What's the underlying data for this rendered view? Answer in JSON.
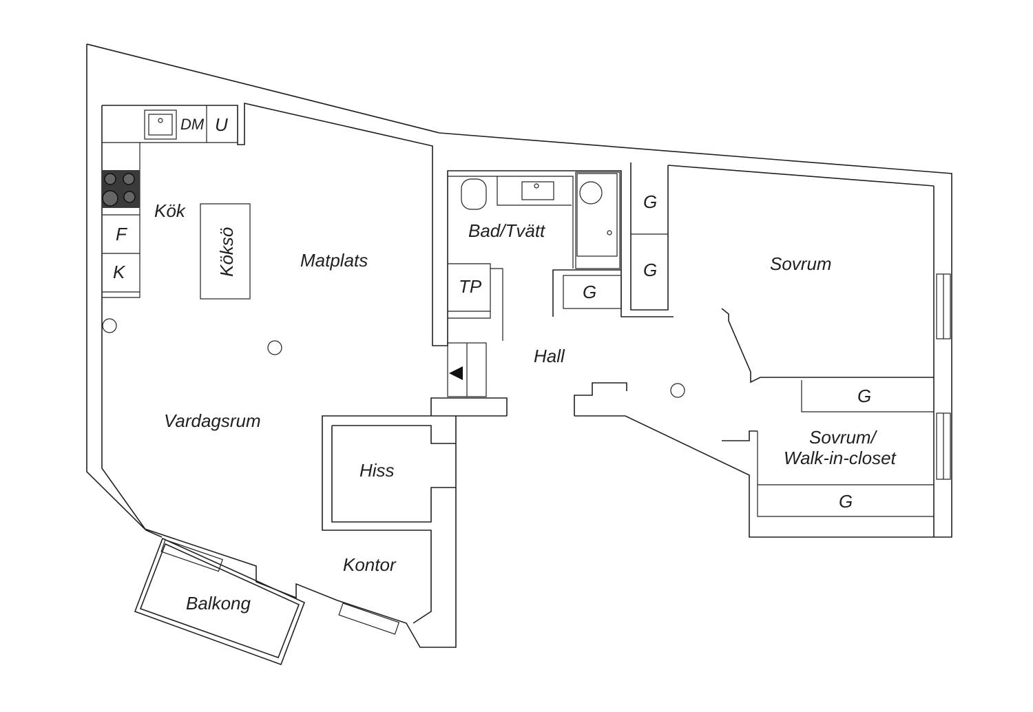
{
  "rooms": {
    "kok": "Kök",
    "kokso": "Köksö",
    "matplats": "Matplats",
    "vardagsrum": "Vardagsrum",
    "balkong": "Balkong",
    "hiss": "Hiss",
    "kontor": "Kontor",
    "bad": "Bad/Tvätt",
    "hall": "Hall",
    "sovrum": "Sovrum",
    "sovrum2_line1": "Sovrum/",
    "sovrum2_line2": "Walk-in-closet"
  },
  "fixtures": {
    "dishwasher": "DM",
    "oven": "U",
    "fridge": "F",
    "freezer": "K",
    "dryer": "TP",
    "wardrobe": "G"
  }
}
